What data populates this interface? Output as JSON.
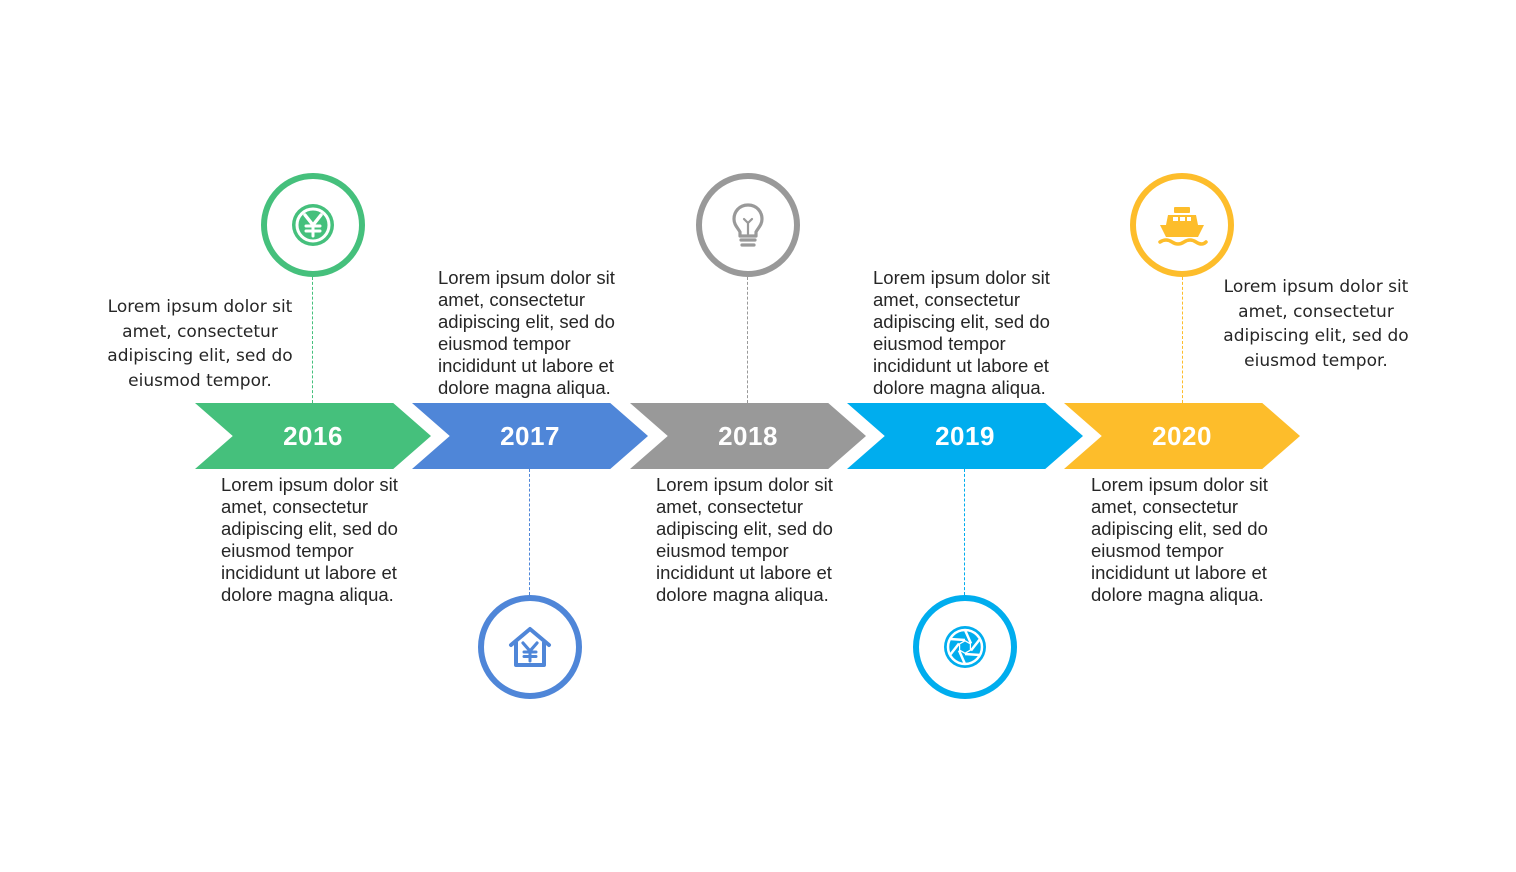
{
  "colors": {
    "green": "#45c07c",
    "blue": "#4f86d8",
    "gray": "#999999",
    "cyan": "#00adee",
    "yellow": "#fdbd2b"
  },
  "steps": [
    {
      "year": "2016",
      "icon": "yen-coin-icon",
      "top_text": "Lorem ipsum dolor sit\namet, consectetur\nadipiscing elit, sed do\neiusmod tempor.",
      "bottom_text": "Lorem ipsum dolor sit\namet, consectetur\nadipiscing elit, sed do\neiusmod tempor\nincididunt ut labore et\ndolore magna aliqua."
    },
    {
      "year": "2017",
      "icon": "house-yen-icon",
      "top_text": "Lorem ipsum dolor sit\namet, consectetur\nadipiscing elit, sed do\neiusmod tempor\nincididunt ut labore et\ndolore magna aliqua."
    },
    {
      "year": "2018",
      "icon": "lightbulb-icon",
      "bottom_text": "Lorem ipsum dolor sit\namet, consectetur\nadipiscing elit, sed do\neiusmod tempor\nincididunt ut labore et\ndolore magna aliqua."
    },
    {
      "year": "2019",
      "icon": "camera-aperture-icon",
      "top_text": "Lorem ipsum dolor sit\namet, consectetur\nadipiscing elit, sed do\neiusmod tempor\nincididunt ut labore et\ndolore magna aliqua."
    },
    {
      "year": "2020",
      "icon": "ship-icon",
      "top_text": "Lorem ipsum dolor sit\namet, consectetur\nadipiscing elit, sed do\neiusmod tempor.",
      "bottom_text": "Lorem ipsum dolor sit\namet, consectetur\nadipiscing elit, sed do\neiusmod tempor\nincididunt ut labore et\ndolore magna aliqua."
    }
  ]
}
